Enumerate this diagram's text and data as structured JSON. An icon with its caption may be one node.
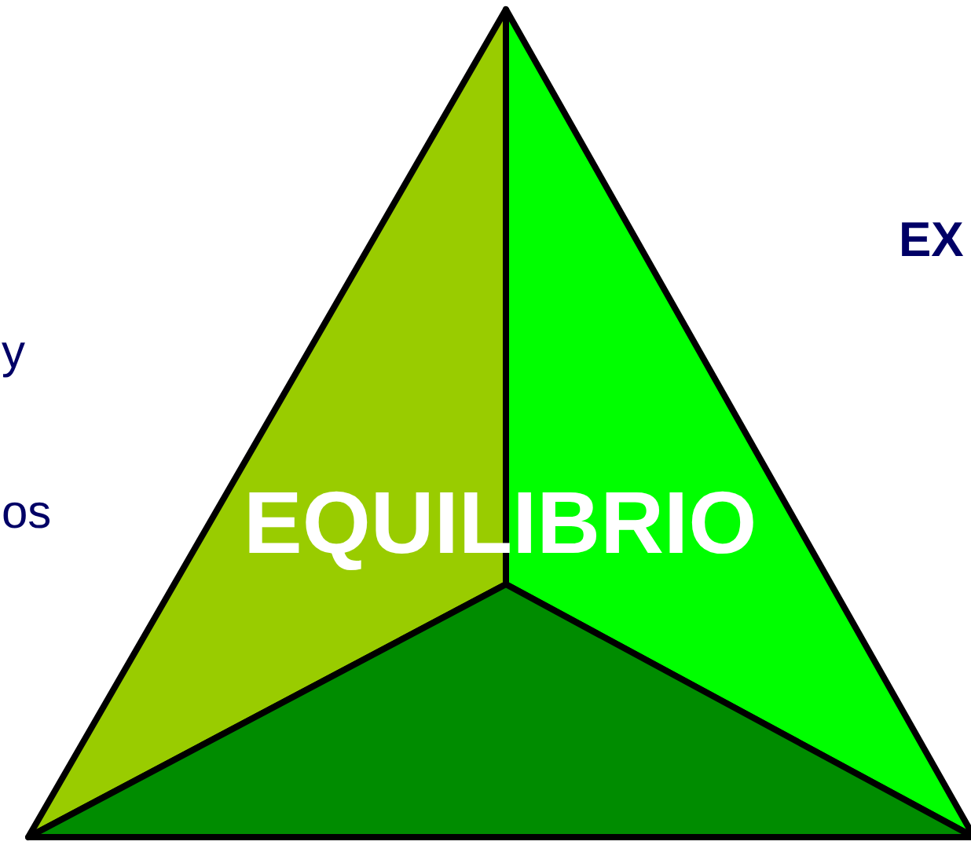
{
  "diagram": {
    "labels": [
      "EX",
      "y",
      "os",
      "EQUILIBRIO"
    ]
  }
}
